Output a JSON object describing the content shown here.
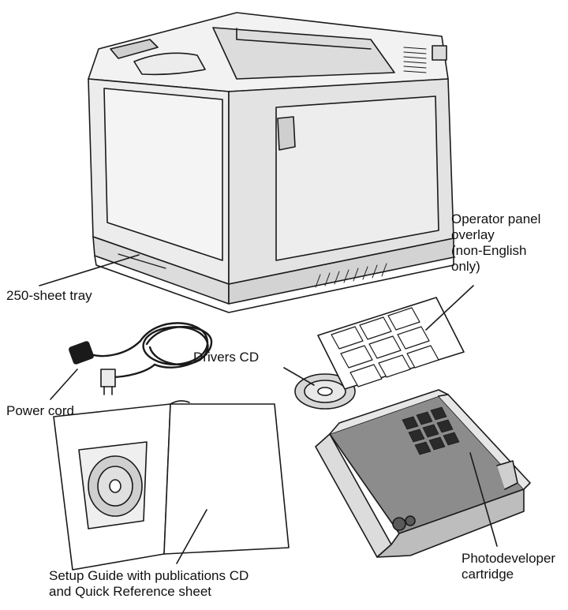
{
  "labels": {
    "tray": "250-sheet tray",
    "power_cord": "Power cord",
    "drivers_cd": "Drivers CD",
    "operator_overlay": [
      "Operator panel",
      "overlay",
      "(non-English",
      "only)"
    ],
    "setup_guide": [
      "Setup Guide with publications CD",
      "and Quick Reference sheet"
    ],
    "photodeveloper": [
      "Photodeveloper",
      "cartridge"
    ]
  },
  "colors": {
    "line": "#1a1a1a",
    "printer_light": "#f2f2f2",
    "printer_mid": "#dcdcdc",
    "printer_dark": "#b9b9b9",
    "cartridge": "#8c8c8c",
    "cartridge_dark": "#5a5a5a",
    "cd": "#d6d6d6"
  }
}
